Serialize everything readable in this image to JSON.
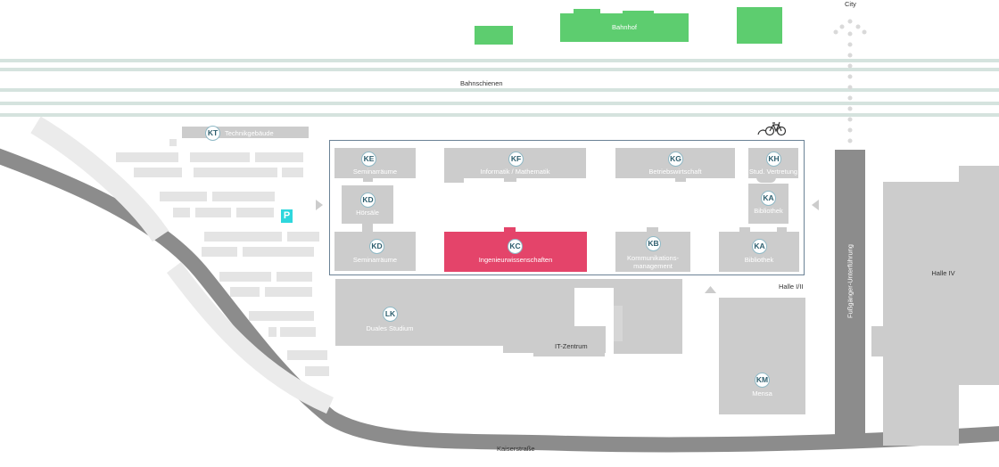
{
  "labels": {
    "city": "City",
    "bahnhof": "Bahnhof",
    "bahnschienen": "Bahnschienen",
    "kaiserstrasse": "Kaiserstraße",
    "unterfuehrung": "Fußgänger-Unterführung",
    "halle_iv": "Halle IV",
    "halle_i_ii": "Halle I/II",
    "it_zentrum": "IT-Zentrum",
    "parking": "P"
  },
  "buildings": {
    "kt": {
      "code": "KT",
      "name": "Technikgebäude"
    },
    "ke": {
      "code": "KE",
      "name": "Seminarräume"
    },
    "kf": {
      "code": "KF",
      "name": "Informatik / Mathematik"
    },
    "kg": {
      "code": "KG",
      "name": "Betriebswirtschaft"
    },
    "kh": {
      "code": "KH",
      "name": "Stud. Vertretung"
    },
    "kd_hoersaele": {
      "code": "KD",
      "name": "Hörsäle"
    },
    "ka_upper": {
      "code": "KA",
      "name": "Bibliothek"
    },
    "kd_seminar": {
      "code": "KD",
      "name": "Seminarräume"
    },
    "kc": {
      "code": "KC",
      "name": "Ingenieurwissenschaften"
    },
    "kb": {
      "code": "KB",
      "name": "Kommunikations-\nmanagement"
    },
    "ka_lower": {
      "code": "KA",
      "name": "Bibliothek"
    },
    "lk": {
      "code": "LK",
      "name": "Duales Studium"
    },
    "km": {
      "code": "KM",
      "name": "Mensa"
    }
  },
  "icons": [
    "bicycle-icon",
    "parking-icon",
    "arrow-left-icon",
    "arrow-right-icon",
    "arrow-up-icon"
  ],
  "colors": {
    "building": "#cccccc",
    "highlight": "#e4446a",
    "green": "#5dcd6f",
    "rails": "#d5e3de",
    "road": "#8c8c8c",
    "frame": "#6b8296",
    "parking": "#2ed7dd"
  }
}
